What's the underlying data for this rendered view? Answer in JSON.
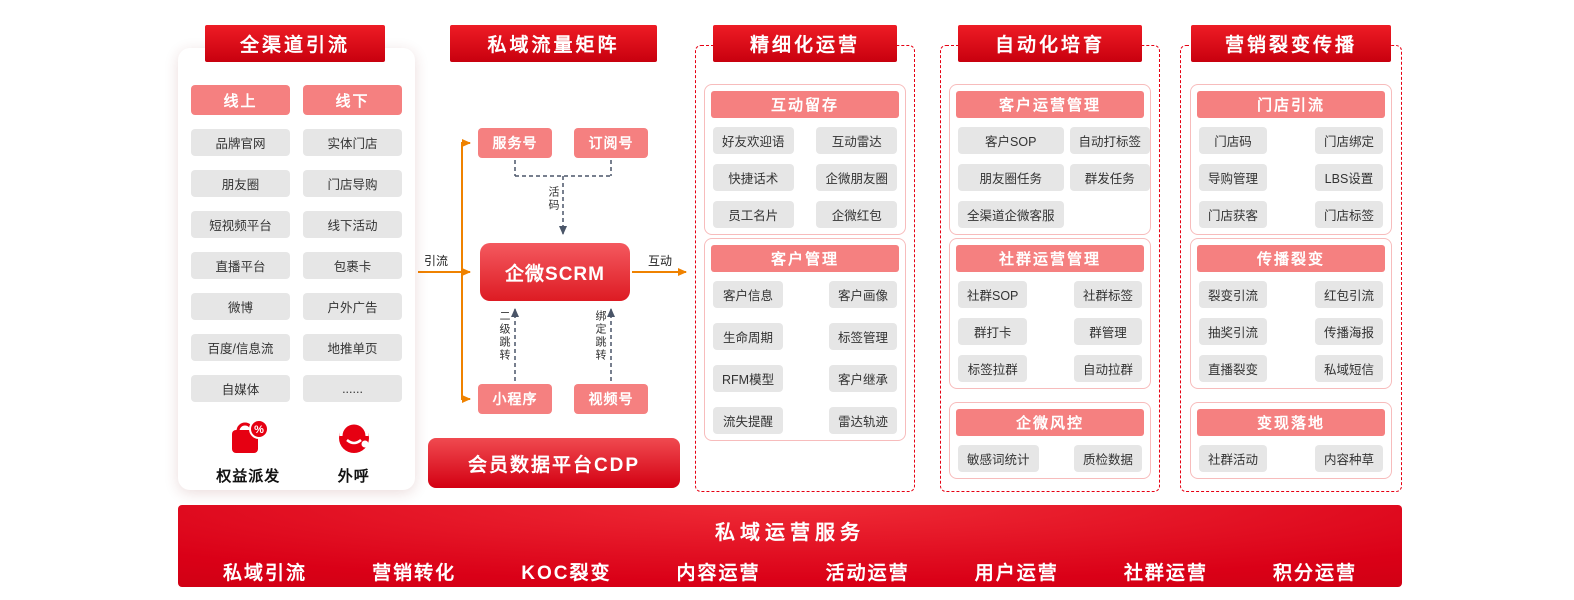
{
  "sections": {
    "channel": {
      "title": "全渠道引流",
      "online_label": "线上",
      "offline_label": "线下",
      "online_items": [
        "品牌官网",
        "朋友圈",
        "短视频平台",
        "直播平台",
        "微博",
        "百度/信息流",
        "自媒体"
      ],
      "offline_items": [
        "实体门店",
        "门店导购",
        "线下活动",
        "包裹卡",
        "户外广告",
        "地推单页",
        "......"
      ],
      "benefit_label": "权益派发",
      "outbound_label": "外呼"
    },
    "matrix": {
      "title": "私域流量矩阵",
      "service_account": "服务号",
      "subscription_account": "订阅号",
      "scrm": "企微SCRM",
      "mini_program": "小程序",
      "video_account": "视频号",
      "cdp": "会员数据平台CDP",
      "label_inflow": "引流",
      "label_interaction": "互动",
      "label_live_code": "活码",
      "label_second_jump": "二级跳转",
      "label_bind_jump": "绑定跳转"
    },
    "refined": {
      "title": "精细化运营",
      "groups": [
        {
          "title": "互动留存",
          "items": [
            "好友欢迎语",
            "互动雷达",
            "快捷话术",
            "企微朋友圈",
            "员工名片",
            "企微红包"
          ]
        },
        {
          "title": "客户管理",
          "items": [
            "客户信息",
            "客户画像",
            "生命周期",
            "标签管理",
            "RFM模型",
            "客户继承",
            "流失提醒",
            "雷达轨迹"
          ]
        }
      ]
    },
    "automation": {
      "title": "自动化培育",
      "groups": [
        {
          "title": "客户运营管理",
          "items": [
            "客户SOP",
            "自动打标签",
            "朋友圈任务",
            "群发任务",
            "全渠道企微客服"
          ]
        },
        {
          "title": "社群运营管理",
          "items": [
            "社群SOP",
            "社群标签",
            "群打卡",
            "群管理",
            "标签拉群",
            "自动拉群"
          ]
        },
        {
          "title": "企微风控",
          "items": [
            "敏感词统计",
            "质检数据"
          ]
        }
      ]
    },
    "fission": {
      "title": "营销裂变传播",
      "groups": [
        {
          "title": "门店引流",
          "items": [
            "门店码",
            "门店绑定",
            "导购管理",
            "LBS设置",
            "门店获客",
            "门店标签"
          ]
        },
        {
          "title": "传播裂变",
          "items": [
            "裂变引流",
            "红包引流",
            "抽奖引流",
            "传播海报",
            "直播裂变",
            "私域短信"
          ]
        },
        {
          "title": "变现落地",
          "items": [
            "社群活动",
            "内容种草"
          ]
        }
      ]
    },
    "footer": {
      "title": "私域运营服务",
      "items": [
        "私域引流",
        "营销转化",
        "KOC裂变",
        "内容运营",
        "活动运营",
        "用户运营",
        "社群运营",
        "积分运营"
      ]
    }
  },
  "colors": {
    "brand_red": "#e60012",
    "header_red_dark": "#c8000e",
    "header_red_light": "#ee1c25",
    "pink": "#f58080",
    "pill_gray": "#e6e6e6",
    "arrow_orange": "#ef8200",
    "dashed_navy": "#4a5568",
    "text_dark": "#333333"
  }
}
